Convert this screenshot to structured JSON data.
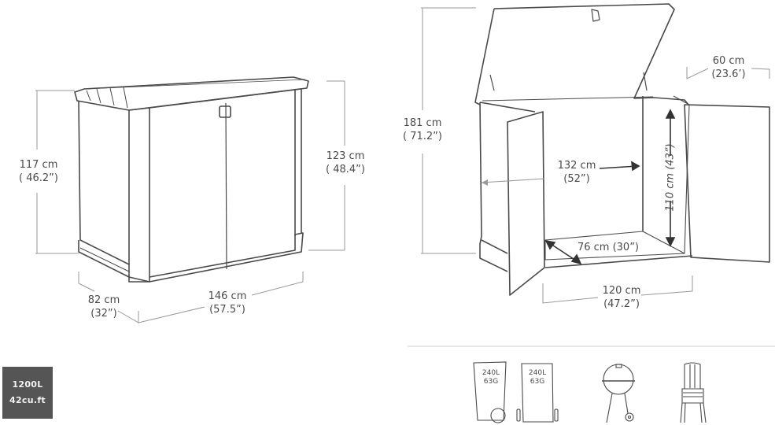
{
  "closed_view": {
    "height_front": {
      "cm": "117 cm",
      "in": "( 46.2”)"
    },
    "height_back": {
      "cm": "123 cm",
      "in": "( 48.4”)"
    },
    "depth": {
      "cm": "82 cm",
      "in": "(32”)"
    },
    "width": {
      "cm": "146 cm",
      "in": "(57.5”)"
    }
  },
  "open_view": {
    "height_lid_open": {
      "cm": "181 cm",
      "in": "( 71.2”)"
    },
    "door_width": {
      "cm": "60 cm",
      "in": "(23.6’)"
    },
    "interior_width": {
      "cm": "132 cm",
      "in": "(52”)"
    },
    "interior_height": "110 cm (43”)",
    "interior_depth": "76 cm (30”)",
    "base_width": {
      "cm": "120 cm",
      "in": "(47.2”)"
    }
  },
  "capacity_badge": {
    "liters": "1200L",
    "cubic_feet": "42cu.ft"
  },
  "fits_icons": [
    {
      "name": "wheelie-bin-1",
      "line1": "240L",
      "line2": "63G"
    },
    {
      "name": "wheelie-bin-2",
      "line1": "240L",
      "line2": "63G"
    },
    {
      "name": "kettle-grill"
    },
    {
      "name": "stacked-chairs"
    }
  ],
  "colors": {
    "line": "#4a4a4a",
    "dim_line": "#9a9a9a",
    "badge_bg": "#555555",
    "badge_text": "#f2f2f2"
  }
}
